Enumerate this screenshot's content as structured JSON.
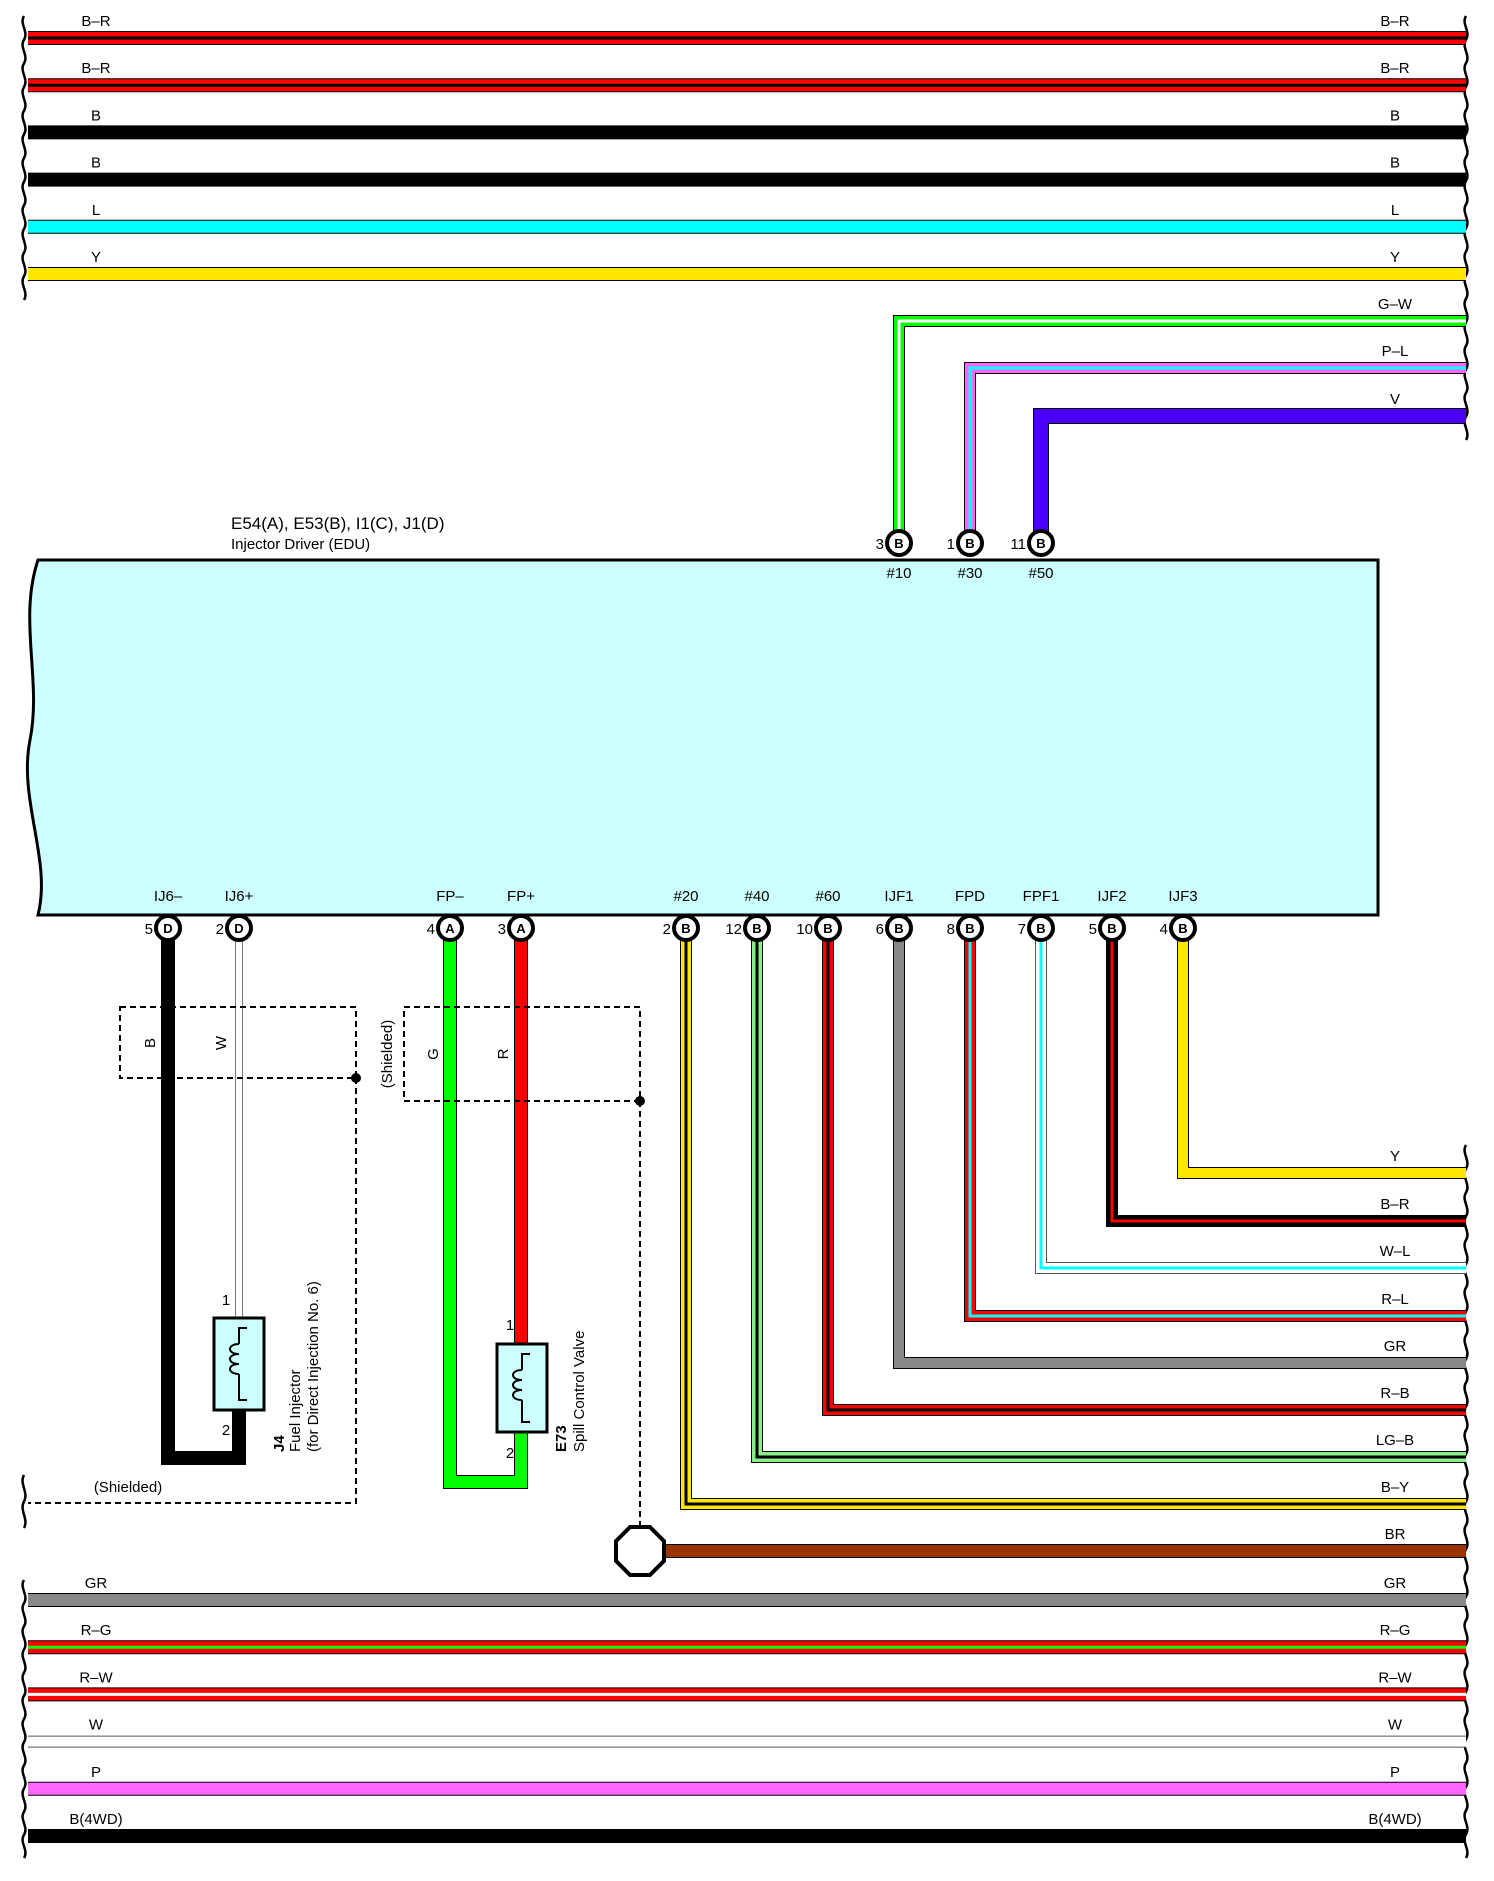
{
  "ecu": {
    "connector_codes": "E54(A), E53(B), I1(C), J1(D)",
    "name": "Injector Driver (EDU)",
    "fill": "#ccffff"
  },
  "colors": {
    "B": "#000000",
    "R": "#ff0000",
    "L": "#00ffff",
    "Y": "#ffe600",
    "G": "#00ff00",
    "V": "#4b00ff",
    "P": "#ff66ff",
    "W": "#ffffff",
    "GR": "#888888",
    "BR": "#993300",
    "LG": "#88ee88",
    "bg": "#ffffff"
  },
  "through_wires_top": [
    {
      "left": "B–R",
      "right": "B–R",
      "base": "R",
      "stripe": "B"
    },
    {
      "left": "B–R",
      "right": "B–R",
      "base": "R",
      "stripe": "B"
    },
    {
      "left": "B",
      "right": "B",
      "base": "B",
      "stripe": null
    },
    {
      "left": "B",
      "right": "B",
      "base": "B",
      "stripe": null
    },
    {
      "left": "L",
      "right": "L",
      "base": "L",
      "stripe": null
    },
    {
      "left": "Y",
      "right": "Y",
      "base": "Y",
      "stripe": null
    }
  ],
  "through_wires_bottom": [
    {
      "left": "GR",
      "right": "GR",
      "base": "GR",
      "stripe": null
    },
    {
      "left": "R–G",
      "right": "R–G",
      "base": "R",
      "stripe": "G"
    },
    {
      "left": "R–W",
      "right": "R–W",
      "base": "R",
      "stripe": "W"
    },
    {
      "left": "W",
      "right": "W",
      "base": "W",
      "stripe": null
    },
    {
      "left": "P",
      "right": "P",
      "base": "P",
      "stripe": null
    },
    {
      "left": "B(4WD)",
      "right": "B(4WD)",
      "base": "B",
      "stripe": null
    }
  ],
  "top_pins": [
    {
      "num": "3",
      "conn": "B",
      "name": "#10",
      "wire": "G–W",
      "base": "G",
      "stripe": "W"
    },
    {
      "num": "1",
      "conn": "B",
      "name": "#30",
      "wire": "P–L",
      "base": "P",
      "stripe": "L"
    },
    {
      "num": "11",
      "conn": "B",
      "name": "#50",
      "wire": "V",
      "base": "V",
      "stripe": null
    }
  ],
  "bottom_pins": [
    {
      "num": "5",
      "conn": "D",
      "name": "IJ6–"
    },
    {
      "num": "2",
      "conn": "D",
      "name": "IJ6+"
    },
    {
      "num": "4",
      "conn": "A",
      "name": "FP–"
    },
    {
      "num": "3",
      "conn": "A",
      "name": "FP+"
    },
    {
      "num": "2",
      "conn": "B",
      "name": "#20",
      "wire": "B–Y",
      "base": "Y",
      "stripe": "B"
    },
    {
      "num": "12",
      "conn": "B",
      "name": "#40",
      "wire": "LG–B",
      "base": "LG",
      "stripe": "B"
    },
    {
      "num": "10",
      "conn": "B",
      "name": "#60",
      "wire": "R–B",
      "base": "R",
      "stripe": "B"
    },
    {
      "num": "6",
      "conn": "B",
      "name": "IJF1",
      "wire": "GR",
      "base": "GR",
      "stripe": null
    },
    {
      "num": "8",
      "conn": "B",
      "name": "FPD",
      "wire": "R–L",
      "base": "R",
      "stripe": "L"
    },
    {
      "num": "7",
      "conn": "B",
      "name": "FPF1",
      "wire": "W–L",
      "base": "W",
      "stripe": "L"
    },
    {
      "num": "5",
      "conn": "B",
      "name": "IJF2",
      "wire": "B–R",
      "base": "B",
      "stripe": "R"
    },
    {
      "num": "4",
      "conn": "B",
      "name": "IJF3",
      "wire": "Y",
      "base": "Y",
      "stripe": null
    }
  ],
  "ground_wire": {
    "label": "BR",
    "base": "BR"
  },
  "injector": {
    "code": "J4",
    "name": "Fuel Injector",
    "note": "(for Direct Injection No. 6)",
    "pin1": "1",
    "pin2": "2",
    "wire_minus": "B",
    "wire_plus": "W"
  },
  "spill_valve": {
    "code": "E73",
    "name": "Spill Control Valve",
    "pin1": "1",
    "pin2": "2",
    "wire_minus": "G",
    "wire_plus": "R"
  },
  "shield_labels": {
    "injector_shield": "(Shielded)",
    "valve_shield": "(Shielded)"
  }
}
